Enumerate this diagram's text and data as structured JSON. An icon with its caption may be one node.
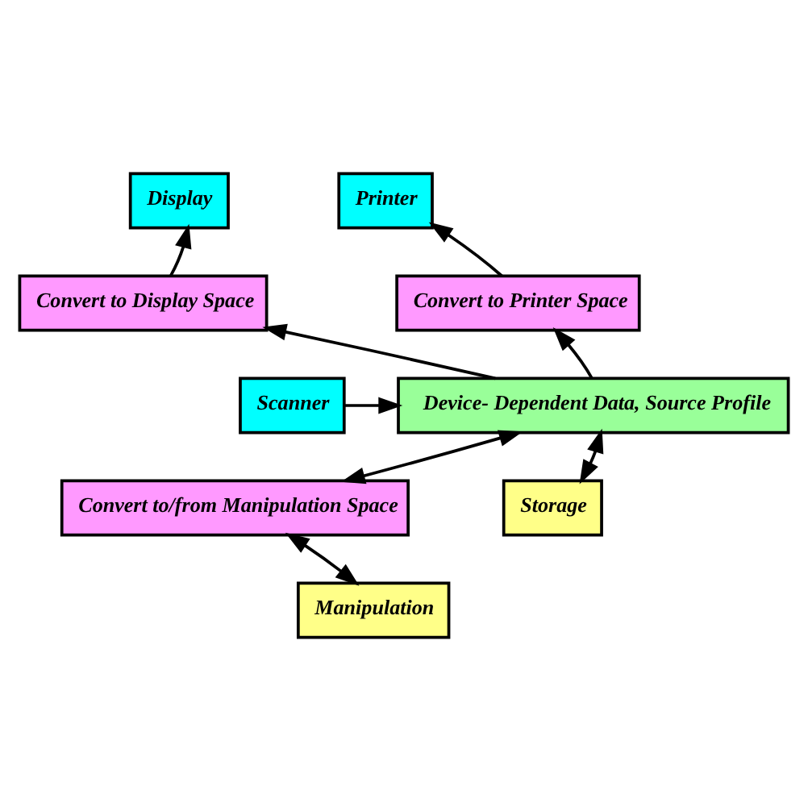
{
  "diagram": {
    "nodes": [
      {
        "text": [
          "Display"
        ]
      },
      {
        "text": [
          "Printer"
        ]
      },
      {
        "text": [
          "Convert to Display Space"
        ]
      },
      {
        "text": [
          "Convert to Printer Space"
        ]
      },
      {
        "text": [
          "Scanner"
        ]
      },
      {
        "text": [
          "Device- Dependent Data, Source Profile"
        ]
      },
      {
        "text": [
          "Convert to/from Manipulation Space"
        ]
      },
      {
        "text": [
          "Storage"
        ]
      },
      {
        "text": [
          "Manipulation"
        ]
      }
    ],
    "edges": [
      {
        "from": 2,
        "to": 0,
        "arrow": "to"
      },
      {
        "from": 3,
        "to": 1,
        "arrow": "to"
      },
      {
        "from": 5,
        "to": 2,
        "arrow": "to"
      },
      {
        "from": 5,
        "to": 3,
        "arrow": "to"
      },
      {
        "from": 4,
        "to": 5,
        "arrow": "to"
      },
      {
        "from": 5,
        "to": 6,
        "arrow": "both"
      },
      {
        "from": 5,
        "to": 7,
        "arrow": "both"
      },
      {
        "from": 6,
        "to": 8,
        "arrow": "both"
      }
    ]
  }
}
